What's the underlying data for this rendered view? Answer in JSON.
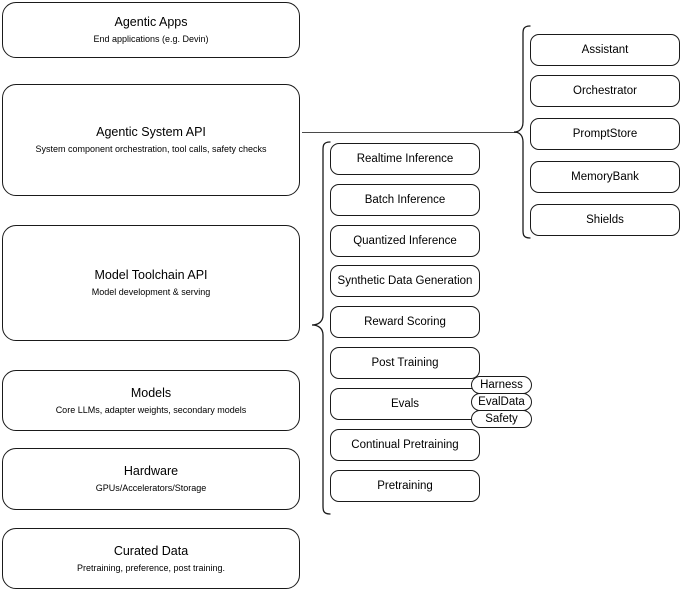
{
  "diagram": {
    "title": "AI stack layers diagram",
    "colors": {
      "stroke": "#1a1a1a",
      "connector": "#4a4a4a",
      "background": "#ffffff"
    },
    "layers": [
      {
        "title": "Agentic Apps",
        "subtitle": "End applications (e.g. Devin)"
      },
      {
        "title": "Agentic System API",
        "subtitle": "System component orchestration, tool calls, safety checks"
      },
      {
        "title": "Model Toolchain API",
        "subtitle": "Model development & serving"
      },
      {
        "title": "Models",
        "subtitle": "Core LLMs, adapter weights, secondary models"
      },
      {
        "title": "Hardware",
        "subtitle": "GPUs/Accelerators/Storage"
      },
      {
        "title": "Curated Data",
        "subtitle": "Pretraining, preference, post training."
      }
    ],
    "toolchain_components": [
      {
        "label": "Realtime Inference"
      },
      {
        "label": "Batch Inference"
      },
      {
        "label": "Quantized Inference"
      },
      {
        "label": "Synthetic Data Generation"
      },
      {
        "label": "Reward Scoring"
      },
      {
        "label": "Post Training"
      },
      {
        "label": "Evals"
      },
      {
        "label": "Continual Pretraining"
      },
      {
        "label": "Pretraining"
      }
    ],
    "evals_subcomponents": [
      {
        "label": "Harness"
      },
      {
        "label": "EvalData"
      },
      {
        "label": "Safety"
      }
    ],
    "agentic_system_components": [
      {
        "label": "Assistant"
      },
      {
        "label": "Orchestrator"
      },
      {
        "label": "PromptStore"
      },
      {
        "label": "MemoryBank"
      },
      {
        "label": "Shields"
      }
    ]
  }
}
